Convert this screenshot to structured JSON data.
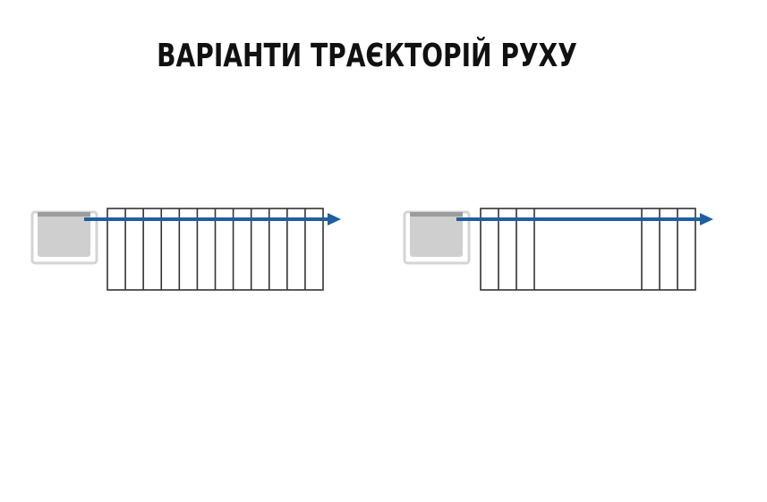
{
  "title": "ВАРІАНТИ ТРАЄКТОРІЙ РУХУ",
  "colors": {
    "arrow": "#1f5fa0",
    "frame": "#333333",
    "device_fill": "#cfcfcf",
    "device_outline": "#d4d4d4"
  },
  "variants": [
    {
      "layout": "uniform-segments",
      "segment_count": 12
    },
    {
      "layout": "end-segments-with-wide-center",
      "left_segments": 3,
      "right_segments": 3
    }
  ]
}
